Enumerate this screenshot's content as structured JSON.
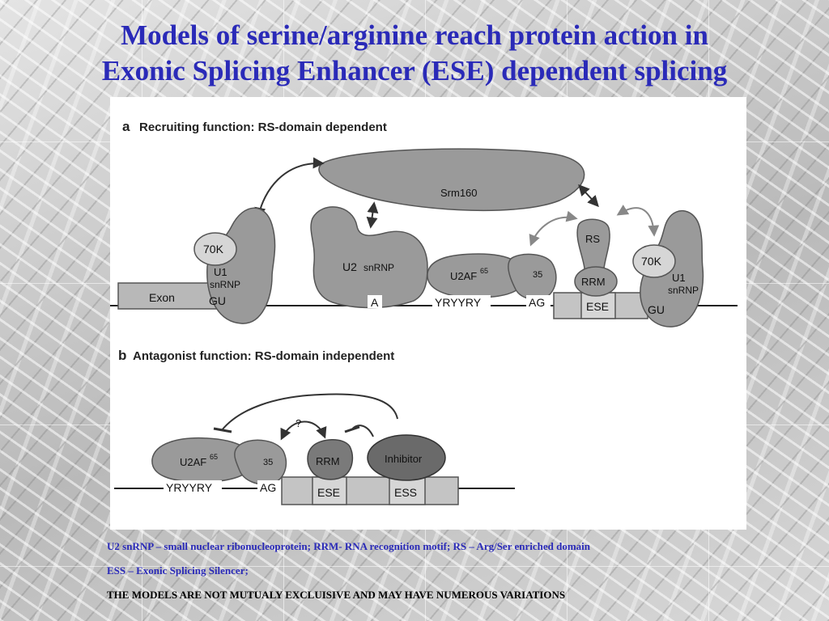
{
  "slide": {
    "title_line1": "Models of serine/arginine reach protein action in",
    "title_line2": "Exonic Splicing Enhancer (ESE) dependent splicing",
    "caption_line1": "U2 snRNP – small nuclear ribonucleoprotein; RRM- RNA recognition motif; RS – Arg/Ser enriched domain",
    "caption_line2": "ESS – Exonic Splicing Silencer;",
    "caption_line3": "THE MODELS ARE NOT MUTUALY EXCLUISIVE AND MAY HAVE NUMEROUS VARIATIONS"
  },
  "panel_a": {
    "letter": "a",
    "heading": "Recruiting function: RS-domain dependent",
    "srm160": "Srm160",
    "k70_left": "70K",
    "u1_left_1": "U1",
    "u1_left_2": "snRNP",
    "exon": "Exon",
    "gu_left": "GU",
    "u2_snrnp_1": "U2",
    "u2_snrnp_2": "snRNP",
    "u2af": "U2AF",
    "u2af_sup": "65",
    "u2af35": "35",
    "a_site": "A",
    "yryyry": "YRYYRY",
    "ag": "AG",
    "rs": "RS",
    "rrm": "RRM",
    "ese": "ESE",
    "k70_right": "70K",
    "u1_right_1": "U1",
    "u1_right_2": "snRNP",
    "gu_right": "GU"
  },
  "panel_b": {
    "letter": "b",
    "heading": "Antagonist function: RS-domain independent",
    "question": "?",
    "u2af": "U2AF",
    "u2af_sup": "65",
    "u2af35": "35",
    "rrm": "RRM",
    "inhibitor": "Inhibitor",
    "yryyry": "YRYYRY",
    "ag": "AG",
    "ese": "ESE",
    "ess": "ESS"
  }
}
